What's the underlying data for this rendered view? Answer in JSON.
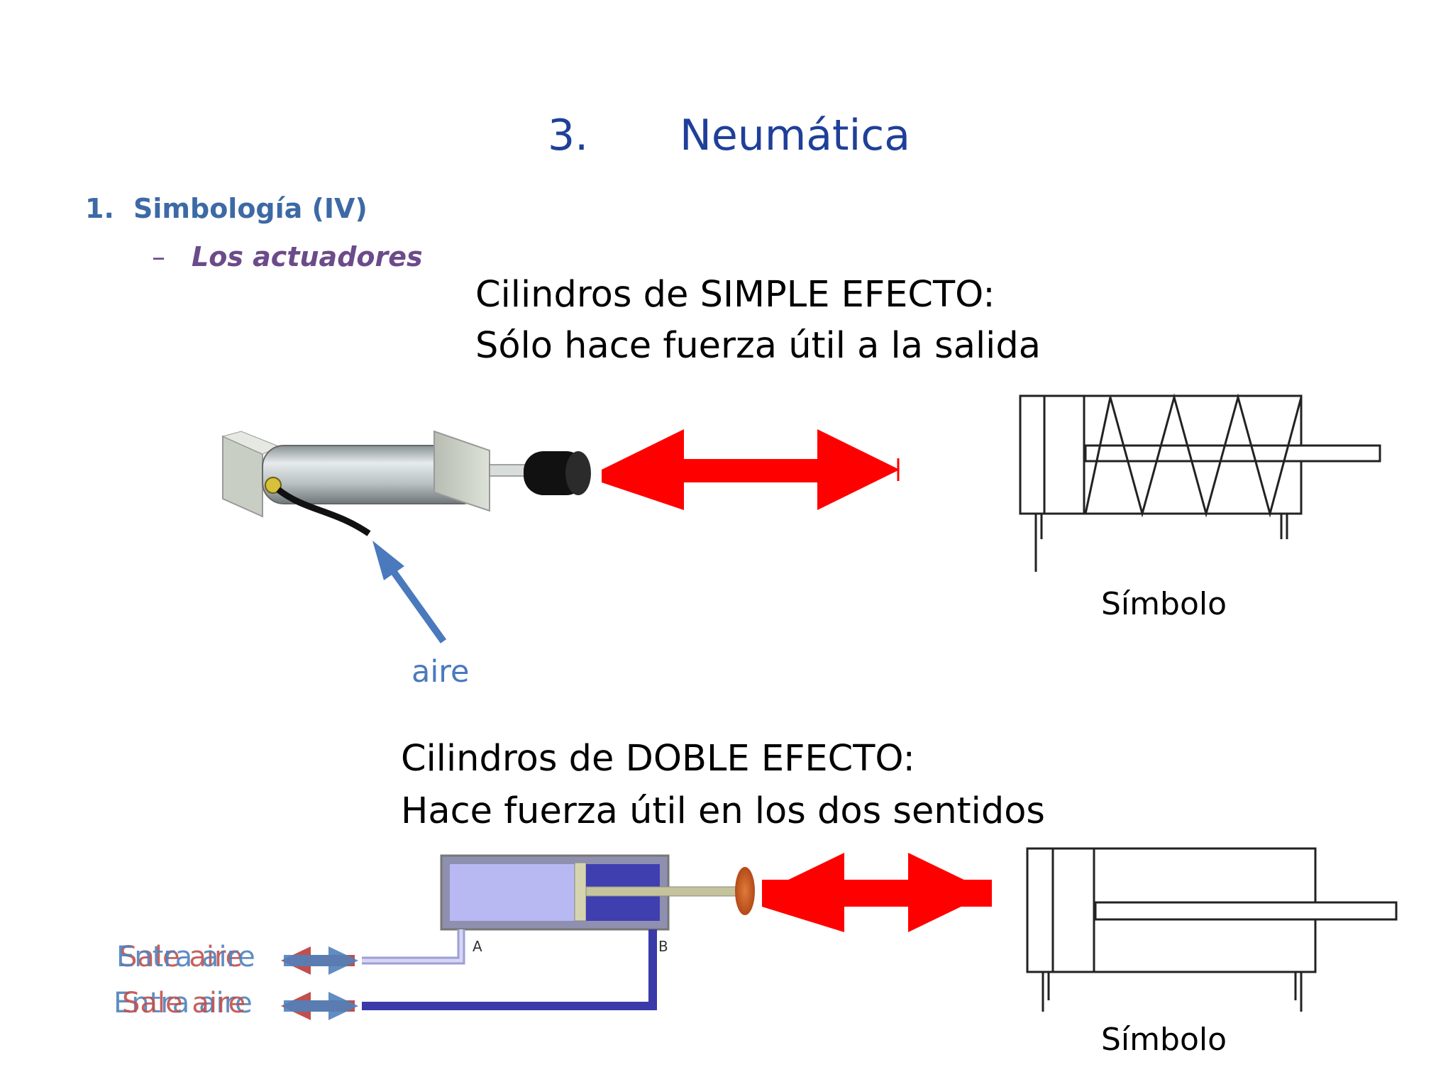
{
  "title": {
    "number": "3.",
    "text": "Neumática"
  },
  "section": {
    "number": "1.",
    "text": "Simbología (IV)"
  },
  "subsection": {
    "dash": "–",
    "text": "Los actuadores"
  },
  "simple": {
    "heading_line1": "Cilindros de SIMPLE EFECTO:",
    "heading_line2": "Sólo hace fuerza útil a la salida",
    "air_label": "aire",
    "symbol_label": "Símbolo"
  },
  "doble": {
    "heading_line1": "Cilindros de DOBLE EFECTO:",
    "heading_line2": "Hace fuerza útil en los dos sentidos",
    "port_a": "A",
    "port_b": "B",
    "line1_red_label": "Sale aire",
    "line1_blue_label": "Entra aire",
    "line2_red_label": "Sale aire",
    "line2_blue_label": "Entra aire",
    "symbol_label": "Símbolo"
  },
  "colors": {
    "title": "#1f3f99",
    "force_arrow": "#ff0000",
    "air_arrow": "#4a79bd",
    "sale_arrow": "#c0504d",
    "entra_arrow": "#4f81bd"
  }
}
